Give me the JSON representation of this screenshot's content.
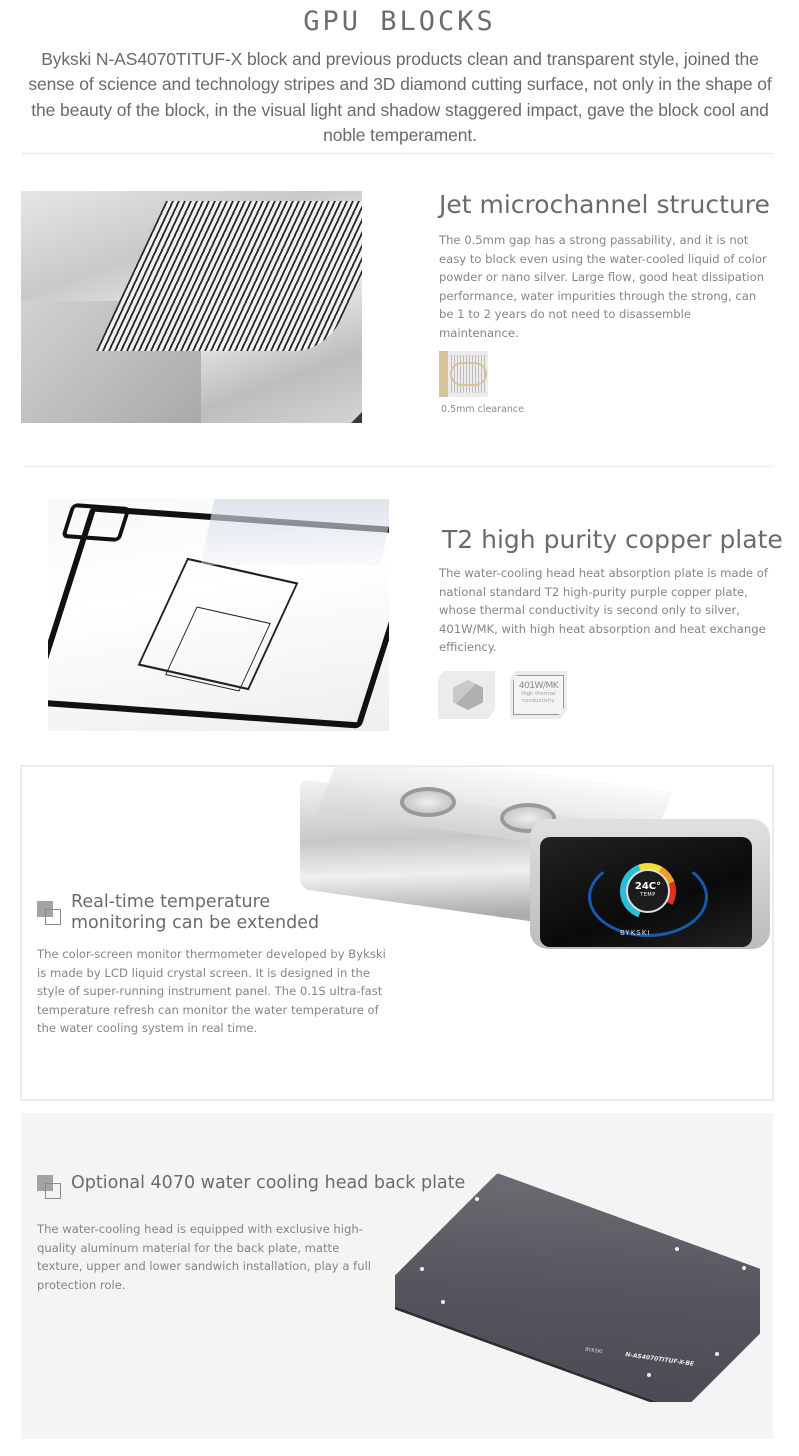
{
  "header": {
    "title": "GPU BLOCKS",
    "intro": "Bykski N-AS4070TITUF-X block and previous products clean and transparent style, joined the sense of science and technology stripes and 3D diamond cutting surface, not only in the shape of the beauty of the block, in the visual light and shadow staggered impact, gave the block cool and noble temperament."
  },
  "sections": {
    "jet": {
      "title": "Jet microchannel structure",
      "body": "The 0.5mm gap has a strong passability, and it is not easy to block even using the water-cooled liquid of color powder or nano silver. Large flow, good heat dissipation performance, water impurities through the strong, can be 1 to 2 years do not need to disassemble maintenance.",
      "icon_caption": "0.5mm clearance",
      "image_alt": "Close-up of jet microchannel fins"
    },
    "copper": {
      "title": "T2 high purity copper plate",
      "body": "The water-cooling head heat absorption plate is made of national standard T2 high-purity purple copper plate, whose thermal conductivity is second only to silver, 401W/MK, with high heat absorption and heat exchange efficiency.",
      "badge_value": "401W/MK",
      "badge_label": "High thermal conductivity",
      "image_alt": "Nickel-plated copper cold plate"
    },
    "monitor": {
      "title": "Real-time temperature monitoring can be extended",
      "body": "The color-screen monitor thermometer developed by Bykski is made by LCD liquid crystal screen. It is designed in the style of super-running instrument panel. The 0.1S ultra-fast temperature refresh can monitor the water temperature of the water cooling system in real time.",
      "lcd_temp": "24C°",
      "lcd_label": "TEMP",
      "lcd_brand": "BYKSKI",
      "image_alt": "Acrylic terminal with LCD temperature display"
    },
    "backplate": {
      "title": "Optional 4070 water cooling head back plate",
      "body": "The water-cooling head is equipped with exclusive high-quality aluminum material for the back plate, matte texture, upper and lower sandwich installation, play a full protection role.",
      "plate_model": "N-AS4070TITUF-X-BE",
      "plate_brand": "BYKSKI",
      "image_alt": "Black aluminum back plate"
    }
  },
  "colors": {
    "text": "#7a7a7a",
    "heading": "#6b6b6b",
    "grey_panel": "#f4f4f4",
    "panel_border": "#ececec",
    "accent_gold": "#d8c49a"
  }
}
